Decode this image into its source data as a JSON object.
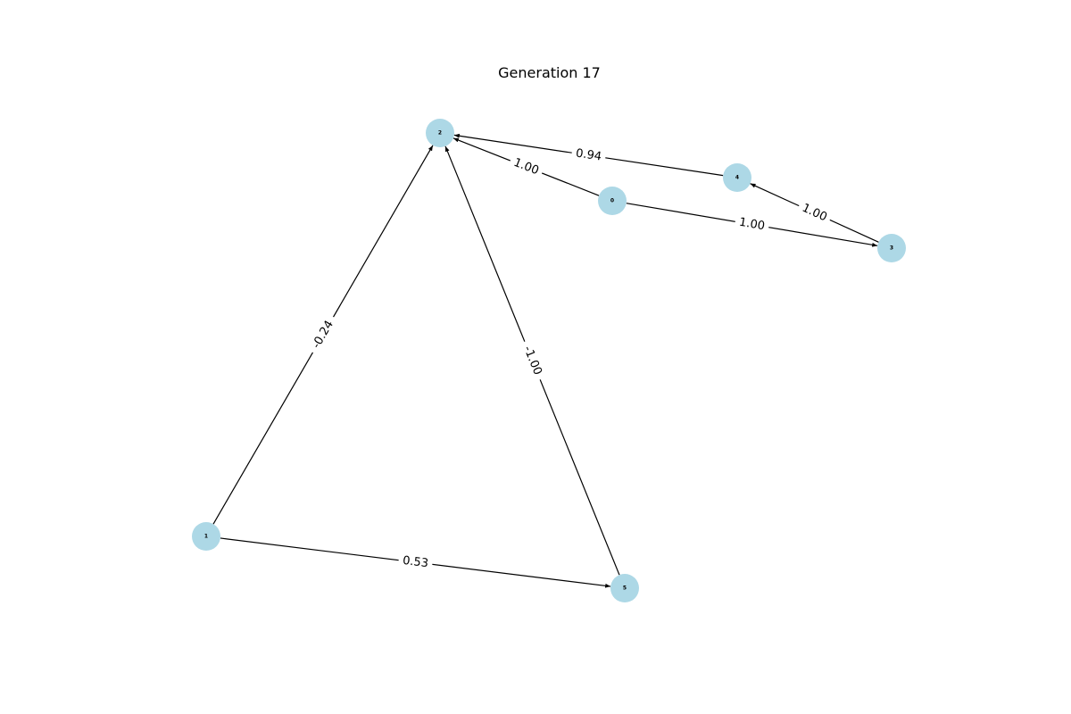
{
  "title": "Generation 17",
  "colors": {
    "node": "#add8e6",
    "edge": "#000000",
    "background": "#ffffff"
  },
  "nodes": [
    {
      "id": "0"
    },
    {
      "id": "1"
    },
    {
      "id": "2"
    },
    {
      "id": "3"
    },
    {
      "id": "4"
    },
    {
      "id": "5"
    }
  ],
  "edges": [
    {
      "source": "1",
      "target": "2",
      "label": "-0.24"
    },
    {
      "source": "5",
      "target": "2",
      "label": "-1.00"
    },
    {
      "source": "0",
      "target": "2",
      "label": "1.00"
    },
    {
      "source": "4",
      "target": "2",
      "label": "0.94"
    },
    {
      "source": "0",
      "target": "3",
      "label": "1.00"
    },
    {
      "source": "3",
      "target": "4",
      "label": "1.00"
    },
    {
      "source": "1",
      "target": "5",
      "label": "0.53"
    }
  ]
}
